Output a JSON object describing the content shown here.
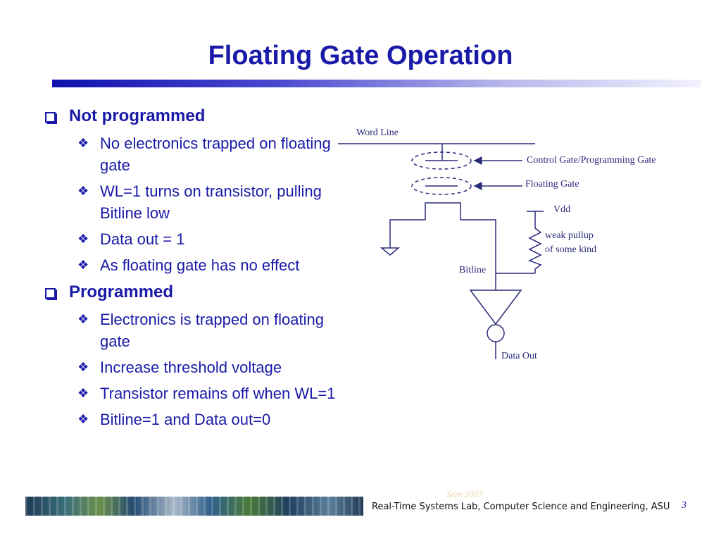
{
  "slide": {
    "title": "Floating Gate Operation",
    "sections": [
      {
        "heading": "Not programmed",
        "items": [
          "No electronics trapped on floating gate",
          "WL=1 turns on transistor, pulling Bitline low",
          "Data out = 1",
          "As floating gate has no effect"
        ]
      },
      {
        "heading": "Programmed",
        "items": [
          "Electronics is trapped on floating gate",
          "Increase threshold voltage",
          "Transistor remains off when WL=1",
          "Bitline=1 and Data out=0"
        ]
      }
    ]
  },
  "diagram": {
    "labels": {
      "word_line": "Word Line",
      "control_gate": "Control Gate/Programming Gate",
      "floating_gate": "Floating Gate",
      "vdd": "Vdd",
      "pullup_1": "weak pullup",
      "pullup_2": "of some kind",
      "bitline": "Bitline",
      "data_out": "Data Out"
    }
  },
  "footer": {
    "date": "Sept 2007",
    "lab": "Real-Time Systems Lab, Computer Science and Engineering, ASU",
    "page": "3"
  },
  "colors": {
    "accent": "#1a1aa8",
    "diagram_ink": "#2a2a7a"
  }
}
